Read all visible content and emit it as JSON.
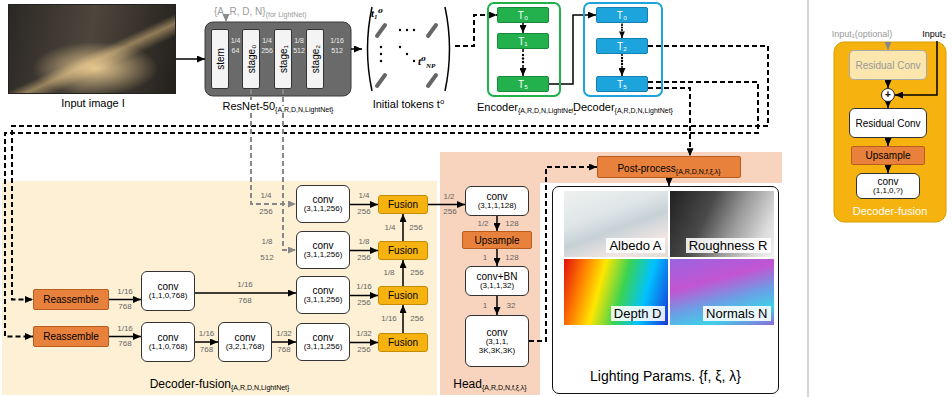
{
  "diagram": {
    "nodes": [
      {
        "text": [
          "Input image I"
        ]
      },
      {
        "text": [
          "ResNet-50",
          "{A,R,D,N,LightNet}"
        ]
      },
      {
        "text": [
          "stem"
        ],
        "in": 1
      },
      {
        "text": [
          "stage₀"
        ],
        "in": 1
      },
      {
        "text": [
          "stage₁"
        ],
        "in": 1
      },
      {
        "text": [
          "stage₂"
        ],
        "in": 1
      },
      {
        "text": [
          "t₁⁰",
          "t⁰",
          "NP",
          "Initial tokens t⁰"
        ]
      },
      {
        "text": [
          "Encoder",
          "{A,R,D,N,LightNet}"
        ]
      },
      {
        "text": [
          "T₀"
        ],
        "in": 7
      },
      {
        "text": [
          "T₁"
        ],
        "in": 7
      },
      {
        "text": [
          "T₅"
        ],
        "in": 7
      },
      {
        "text": [
          "Decoder",
          "{A,R,D,N,LightNet}"
        ]
      },
      {
        "text": [
          "T₀"
        ],
        "in": 11
      },
      {
        "text": [
          "T₂"
        ],
        "in": 11
      },
      {
        "text": [
          "T₅"
        ],
        "in": 11
      },
      {
        "text": [
          "Decoder-fusion",
          "{A,R,D,N,LightNet}"
        ]
      },
      {
        "text": [
          "Reassemble"
        ],
        "in": 15
      },
      {
        "text": [
          "Reassemble"
        ],
        "in": 15
      },
      {
        "text": [
          "conv",
          "(1,1,0,768)"
        ],
        "in": 15
      },
      {
        "text": [
          "conv",
          "(1,1,0,768)"
        ],
        "in": 15
      },
      {
        "text": [
          "conv",
          "(3,2,1,768)"
        ],
        "in": 15
      },
      {
        "text": [
          "conv",
          "(3,1,1,256)"
        ],
        "in": 15
      },
      {
        "text": [
          "conv",
          "(3,1,1,256)"
        ],
        "in": 15
      },
      {
        "text": [
          "conv",
          "(3,1,1,256)"
        ],
        "in": 15
      },
      {
        "text": [
          "conv",
          "(3,1,1,256)"
        ],
        "in": 15
      },
      {
        "text": [
          "Fusion"
        ],
        "in": 15
      },
      {
        "text": [
          "Fusion"
        ],
        "in": 15
      },
      {
        "text": [
          "Fusion"
        ],
        "in": 15
      },
      {
        "text": [
          "Fusion"
        ],
        "in": 15
      },
      {
        "text": [
          "Head",
          "{A,R,D,N,f,ξ,λ}"
        ]
      },
      {
        "text": [
          "conv",
          "(3,1,1,128)"
        ],
        "in": 29
      },
      {
        "text": [
          "Upsample"
        ],
        "in": 29
      },
      {
        "text": [
          "conv+BN",
          "(3,1,1,32)"
        ],
        "in": 29
      },
      {
        "text": [
          "conv",
          "(3,1,1, 3K,3K,3K)"
        ],
        "in": 29
      },
      {
        "text": [
          "Post-process",
          "{A,R,D,N,f,ξ,λ}"
        ]
      },
      {
        "text": [
          "Lighting Params. {f, ξ, λ}"
        ]
      },
      {
        "text": [
          "Albedo A"
        ],
        "in": 35
      },
      {
        "text": [
          "Roughness R"
        ],
        "in": 35
      },
      {
        "text": [
          "Depth D"
        ],
        "in": 35
      },
      {
        "text": [
          "Normals N"
        ],
        "in": 35
      },
      {
        "text": [
          "Decoder-fusion"
        ]
      },
      {
        "text": [
          "Residual Conv"
        ],
        "in": 40
      },
      {
        "text": [
          "+"
        ],
        "in": 40
      },
      {
        "text": [
          "Residual Conv"
        ],
        "in": 40
      },
      {
        "text": [
          "Upsample"
        ],
        "in": 40
      },
      {
        "text": [
          "conv",
          "(1,1,0,?)"
        ],
        "in": 40
      }
    ],
    "edges": [
      {
        "from": 0,
        "to": 1,
        "arrow": "to"
      },
      {
        "from": 1,
        "to": 6,
        "arrow": "to"
      },
      {
        "from": 6,
        "to": 8,
        "arrow": "to"
      },
      {
        "from": 8,
        "to": 9,
        "arrow": "to"
      },
      {
        "from": 9,
        "to": 10,
        "arrow": "to"
      },
      {
        "from": 10,
        "to": 12,
        "arrow": "to"
      },
      {
        "from": 12,
        "to": 13,
        "arrow": "to"
      },
      {
        "from": 13,
        "to": 14,
        "arrow": "to"
      },
      {
        "from": 13,
        "to": 16,
        "arrow": "to"
      },
      {
        "from": 14,
        "to": 17,
        "arrow": "to"
      },
      {
        "from": 14,
        "to": 34,
        "arrow": "to"
      },
      {
        "from": 3,
        "to": 21,
        "arrow": "to"
      },
      {
        "from": 4,
        "to": 22,
        "arrow": "to"
      },
      {
        "from": 16,
        "to": 18,
        "arrow": "to"
      },
      {
        "from": 17,
        "to": 19,
        "arrow": "to"
      },
      {
        "from": 19,
        "to": 20,
        "arrow": "to"
      },
      {
        "from": 18,
        "to": 23,
        "arrow": "to"
      },
      {
        "from": 20,
        "to": 24,
        "arrow": "to"
      },
      {
        "from": 21,
        "to": 25,
        "arrow": "to"
      },
      {
        "from": 22,
        "to": 26,
        "arrow": "to"
      },
      {
        "from": 23,
        "to": 27,
        "arrow": "to"
      },
      {
        "from": 24,
        "to": 28,
        "arrow": "to"
      },
      {
        "from": 28,
        "to": 27,
        "arrow": "to"
      },
      {
        "from": 27,
        "to": 26,
        "arrow": "to"
      },
      {
        "from": 26,
        "to": 25,
        "arrow": "to"
      },
      {
        "from": 25,
        "to": 30,
        "arrow": "to"
      },
      {
        "from": 30,
        "to": 31,
        "arrow": "to"
      },
      {
        "from": 31,
        "to": 32,
        "arrow": "to"
      },
      {
        "from": 32,
        "to": 33,
        "arrow": "to"
      },
      {
        "from": 33,
        "to": 34,
        "arrow": "to"
      },
      {
        "from": 34,
        "to": 35,
        "arrow": "to"
      },
      {
        "from": 41,
        "to": 42,
        "arrow": "to"
      },
      {
        "from": 42,
        "to": 43,
        "arrow": "to"
      },
      {
        "from": 43,
        "to": 44,
        "arrow": "to"
      },
      {
        "from": 44,
        "to": 45,
        "arrow": "to"
      }
    ],
    "labels": [
      "{A, R, D, N}",
      "(for LightNet)",
      "1/4",
      "64",
      "1/4",
      "256",
      "1/8",
      "512",
      "1/16",
      "512",
      "1/4",
      "256",
      "1/8",
      "512",
      "1/16",
      "768",
      "1/16",
      "768",
      "1/16",
      "768",
      "1/16",
      "768",
      "1/32",
      "768",
      "1/4",
      "256",
      "1/8",
      "256",
      "1/16",
      "256",
      "1/32",
      "256",
      "1/4",
      "256",
      "1/8",
      "256",
      "1/16",
      "256",
      "1/2",
      "256",
      "1/2",
      "128",
      "1",
      "128",
      "1",
      "32",
      "Input₁(optional)",
      "Input₂"
    ]
  }
}
